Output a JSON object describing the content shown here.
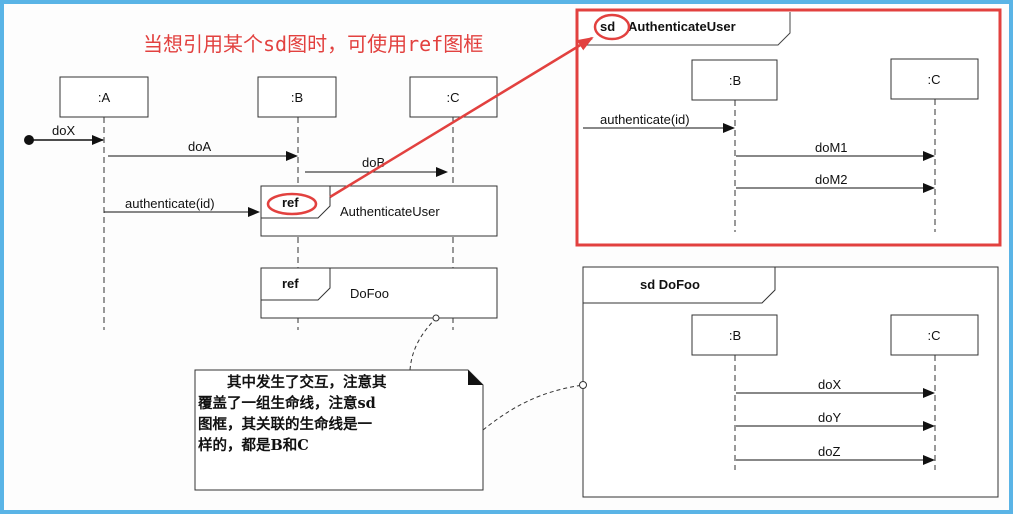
{
  "annotation_title": "当想引用某个sd图时，可使用ref图框",
  "main_diagram": {
    "lifelines": [
      ":A",
      ":B",
      ":C"
    ],
    "messages": [
      "doX",
      "doA",
      "doB",
      "authenticate(id)"
    ],
    "ref_frames": [
      {
        "keyword": "ref",
        "name": "AuthenticateUser"
      },
      {
        "keyword": "ref",
        "name": "DoFoo"
      }
    ]
  },
  "sd_authenticate": {
    "keyword": "sd",
    "name": "AuthenticateUser",
    "lifelines": [
      ":B",
      ":C"
    ],
    "messages": [
      "authenticate(id)",
      "doM1",
      "doM2"
    ]
  },
  "sd_dofoo": {
    "title": "sd DoFoo",
    "lifelines": [
      ":B",
      ":C"
    ],
    "messages": [
      "doX",
      "doY",
      "doZ"
    ]
  },
  "note": {
    "lines": [
      "其中发生了交互，注意其",
      "覆盖了一组生命线，注意sd",
      "图框，其关联的生命线是一",
      "样的，都是B和C"
    ]
  },
  "colors": {
    "highlight": "#e2413f",
    "border": "#5ab4e6"
  }
}
